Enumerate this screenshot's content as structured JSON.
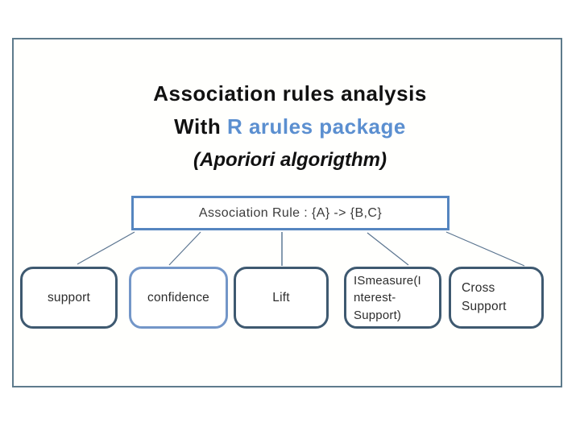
{
  "slide": {
    "title": {
      "line1": "Association rules analysis",
      "line2_prefix": "With ",
      "line2_highlight": "R arules package",
      "line3": "(Aporiori algorigthm)"
    },
    "rule_box": {
      "label": "Association Rule : {A} -> {B,C}"
    },
    "measures": [
      {
        "label": "support"
      },
      {
        "label": "confidence"
      },
      {
        "label": "Lift"
      },
      {
        "label": "ISmeasure(I\nnterest-\nSupport)"
      },
      {
        "label": "Cross\nSupport"
      }
    ],
    "colors": {
      "title_text": "#111111",
      "title_highlight_blue": "#5b8fd0",
      "rule_box_border": "#5585c0",
      "dark_box_border": "#3e5970",
      "light_box_border": "#7396c8",
      "connector_line": "#5b7590",
      "frame_border": "#5e7b8c",
      "background": "#ffffff"
    }
  }
}
